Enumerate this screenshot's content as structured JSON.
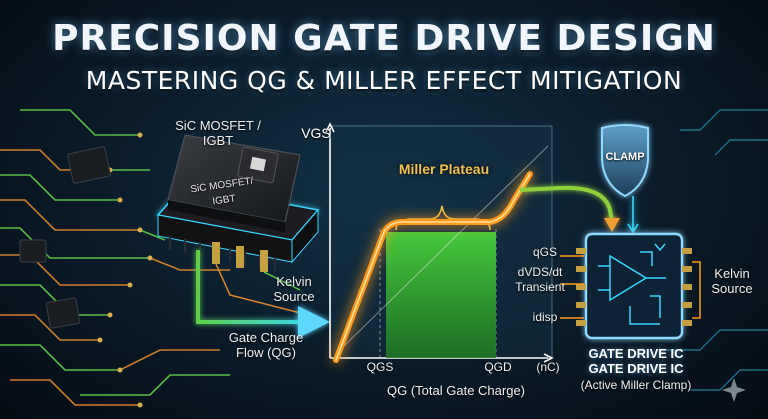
{
  "title": "PRECISION GATE DRIVE DESIGN",
  "subtitle": "MASTERING QG & MILLER EFFECT MITIGATION",
  "mosfet": {
    "top_label_line1": "SiC MOSFET /",
    "top_label_line2": "IGBT",
    "chip_label_line1": "SiC MOSFET/",
    "chip_label_line2": "IGBT",
    "kelvin_line1": "Kelvin",
    "kelvin_line2": "Source",
    "flow_line1": "Gate Charge",
    "flow_line2": "Flow (QG)"
  },
  "graph": {
    "y_axis_label": "VGS",
    "plateau_label": "Miller Plateau",
    "qgs_tick": "QGS",
    "qgd_tick": "QGD",
    "unit_label": "(nC)",
    "x_axis_label": "QG (Total Gate Charge)"
  },
  "shield": {
    "label": "CLAMP"
  },
  "gate_ic": {
    "pin_qgs": "qGS",
    "pin_dvdt_line1": "dVDS/dt",
    "pin_dvdt_line2": "Transient",
    "pin_idisp": "idisp",
    "kelvin_line1": "Kelvin",
    "kelvin_line2": "Source",
    "title_line1": "GATE DRIVE IC",
    "title_line2": "GATE DRIVE IC",
    "subtitle": "(Active Miller Clamp)"
  },
  "colors": {
    "accent_cyan": "#37d7ff",
    "curve_orange": "#ff9a1a",
    "plateau_green": "#3fbf3a",
    "trace_orange": "#e28a2a",
    "trace_green": "#5fcf4a"
  },
  "icons": [
    "sparkle-icon",
    "shield-icon",
    "op-amp-icon",
    "heatsink-icon"
  ]
}
